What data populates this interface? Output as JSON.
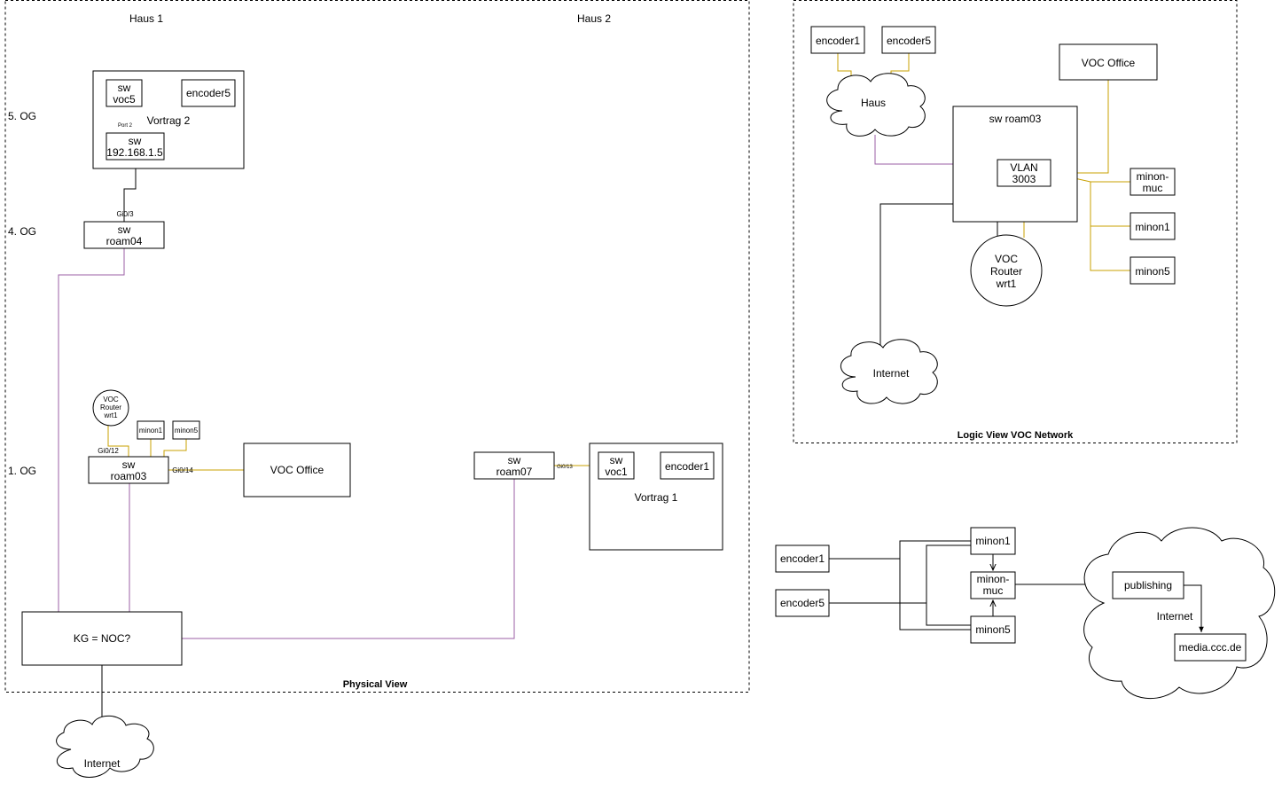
{
  "physical": {
    "title": "Physical View",
    "haus1": "Haus 1",
    "haus2": "Haus 2",
    "floor5": "5. OG",
    "floor4": "4. OG",
    "floor1": "1. OG",
    "sw_voc5": [
      "sw",
      "voc5"
    ],
    "encoder5": "encoder5",
    "port2": "Port 2",
    "vortrag2": "Vortrag 2",
    "sw_ip": [
      "sw",
      "192.168.1.5"
    ],
    "gi03": "Gi0/3",
    "sw_roam04": [
      "sw",
      "roam04"
    ],
    "voc_router": [
      "VOC",
      "Router",
      "wrt1"
    ],
    "minon1": "minon1",
    "minon5": "minon5",
    "gi012": "Gi0/12",
    "gi014": "Gi0/14",
    "sw_roam03": [
      "sw",
      "roam03"
    ],
    "voc_office": "VOC Office",
    "sw_roam07": [
      "sw",
      "roam07"
    ],
    "gi013": "Gi0/13",
    "sw_voc1": [
      "sw",
      "voc1"
    ],
    "encoder1": "encoder1",
    "vortrag1": "Vortrag 1",
    "kg_noc": "KG = NOC?",
    "internet": "Internet"
  },
  "logic": {
    "title": "Logic View VOC Network",
    "encoder1": "encoder1",
    "encoder5": "encoder5",
    "haus": "Haus",
    "voc_office": "VOC Office",
    "sw_roam03": "sw roam03",
    "vlan": [
      "VLAN",
      "3003"
    ],
    "minon_muc": [
      "minon-",
      "muc"
    ],
    "minon1": "minon1",
    "minon5": "minon5",
    "voc_router": [
      "VOC",
      "Router",
      "wrt1"
    ],
    "internet": "Internet"
  },
  "flow": {
    "encoder1": "encoder1",
    "encoder5": "encoder5",
    "minon1": "minon1",
    "minon_muc": [
      "minon-",
      "muc"
    ],
    "minon5": "minon5",
    "publishing": "publishing",
    "internet": "Internet",
    "media": "media.ccc.de"
  },
  "colors": {
    "link_gold": "#c8a000",
    "link_purple": "#9b5fa6",
    "border": "#000000"
  }
}
